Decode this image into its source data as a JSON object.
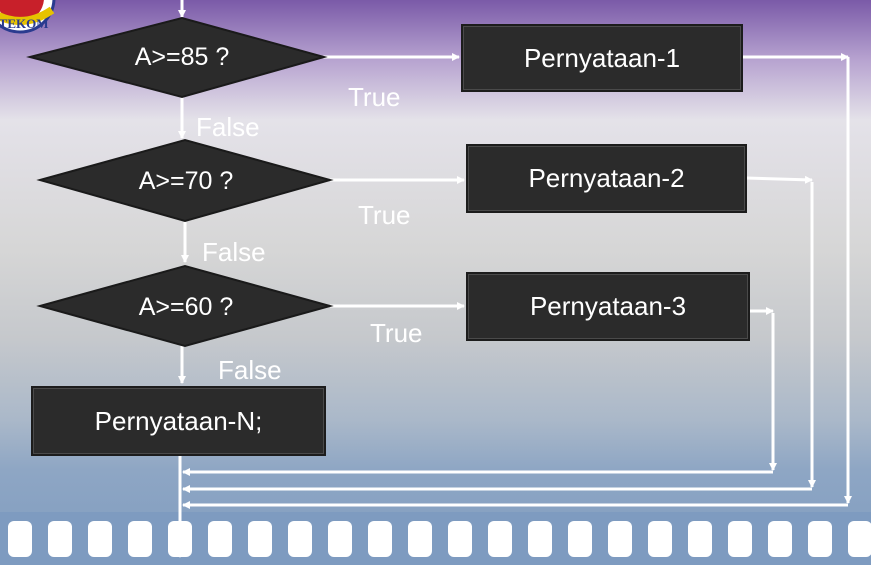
{
  "colors": {
    "node_fill": "#2b2b2b",
    "connector": "#ffffff",
    "text": "#ffffff"
  },
  "logo": {
    "name": "university-seal-logo",
    "text": "STEKOM"
  },
  "decisions": [
    {
      "id": "d85",
      "text": "A>=85 ?"
    },
    {
      "id": "d70",
      "text": "A>=70 ?"
    },
    {
      "id": "d60",
      "text": "A>=60 ?"
    }
  ],
  "statements": [
    {
      "id": "s1",
      "text": "Pernyataan-1"
    },
    {
      "id": "s2",
      "text": "Pernyataan-2"
    },
    {
      "id": "s3",
      "text": "Pernyataan-3"
    },
    {
      "id": "sN",
      "text": "Pernyataan-N;"
    }
  ],
  "branch_labels": {
    "true_1": "True",
    "true_2": "True",
    "true_3": "True",
    "false_1": "False",
    "false_2": "False",
    "false_3": "False"
  }
}
